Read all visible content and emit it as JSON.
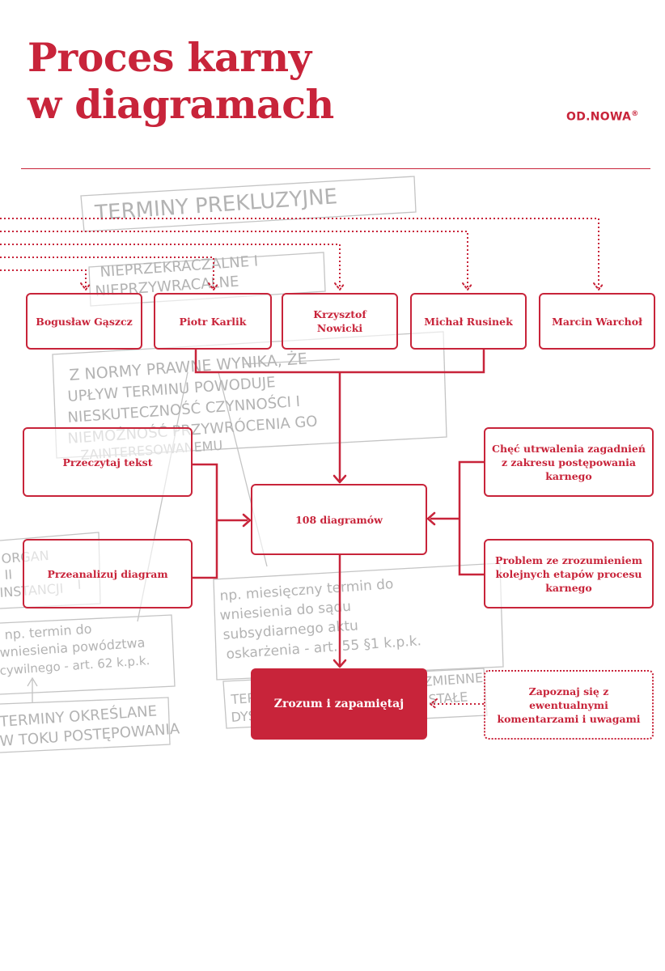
{
  "cover": {
    "title_line1": "Proces karny",
    "title_line2": "w diagramach",
    "publisher": "OD.NOWA",
    "publisher_mark": "®"
  },
  "diagram": {
    "authors": [
      "Bogusław Gąszcz",
      "Piotr Karlik",
      "Krzysztof Nowicki",
      "Michał Rusinek",
      "Marcin Warchoł"
    ],
    "left_steps": [
      "Przeczytaj tekst",
      "Przeanalizuj diagram"
    ],
    "center": "108 diagramów",
    "right_reasons": [
      "Chęć utrwalenia zagadnień z zakresu postępowania karnego",
      "Problem ze zrozumieniem kolejnych etapów procesu karnego"
    ],
    "result": "Zrozum i zapamiętaj",
    "note": "Zapoznaj się z ewentualnymi komentarzami i uwagami"
  },
  "background_sketch": {
    "lines": [
      "TERMINY PREKLUZYJNE",
      "NIEPRZEKRACZALNE I",
      "NIEPRZYWRACALNE",
      "Z NORMY PRAWNE WYNIKA, ŻE",
      "UPŁYW TERMINU POWODUJE",
      "NIESKUTECZNOŚĆ CZYNNOŚCI I",
      "NIEMOŻNOŚĆ PRZYWRÓCENIA GO",
      "ZAINTERESOWANEMU",
      "ORGAN",
      "II",
      "INSTANCJI",
      "np. termin do",
      "wniesienia powództwa",
      "cywilnego - art. 62 k.p.k.",
      "TERMINY OKREŚLANE",
      "W TOKU POSTĘPOWANIA",
      "np. miesięczny termin do",
      "wniesienia do sądu",
      "subsydiarnego aktu",
      "oskarżenia - art. 55 §1 k.p.k.",
      "TERMINY",
      "DYSKRECJONALNE",
      "ZMIENNE",
      "STAŁE",
      "I"
    ]
  },
  "colors": {
    "accent": "#c8243a",
    "sketch": "#b3b3b3",
    "background": "#ffffff"
  }
}
